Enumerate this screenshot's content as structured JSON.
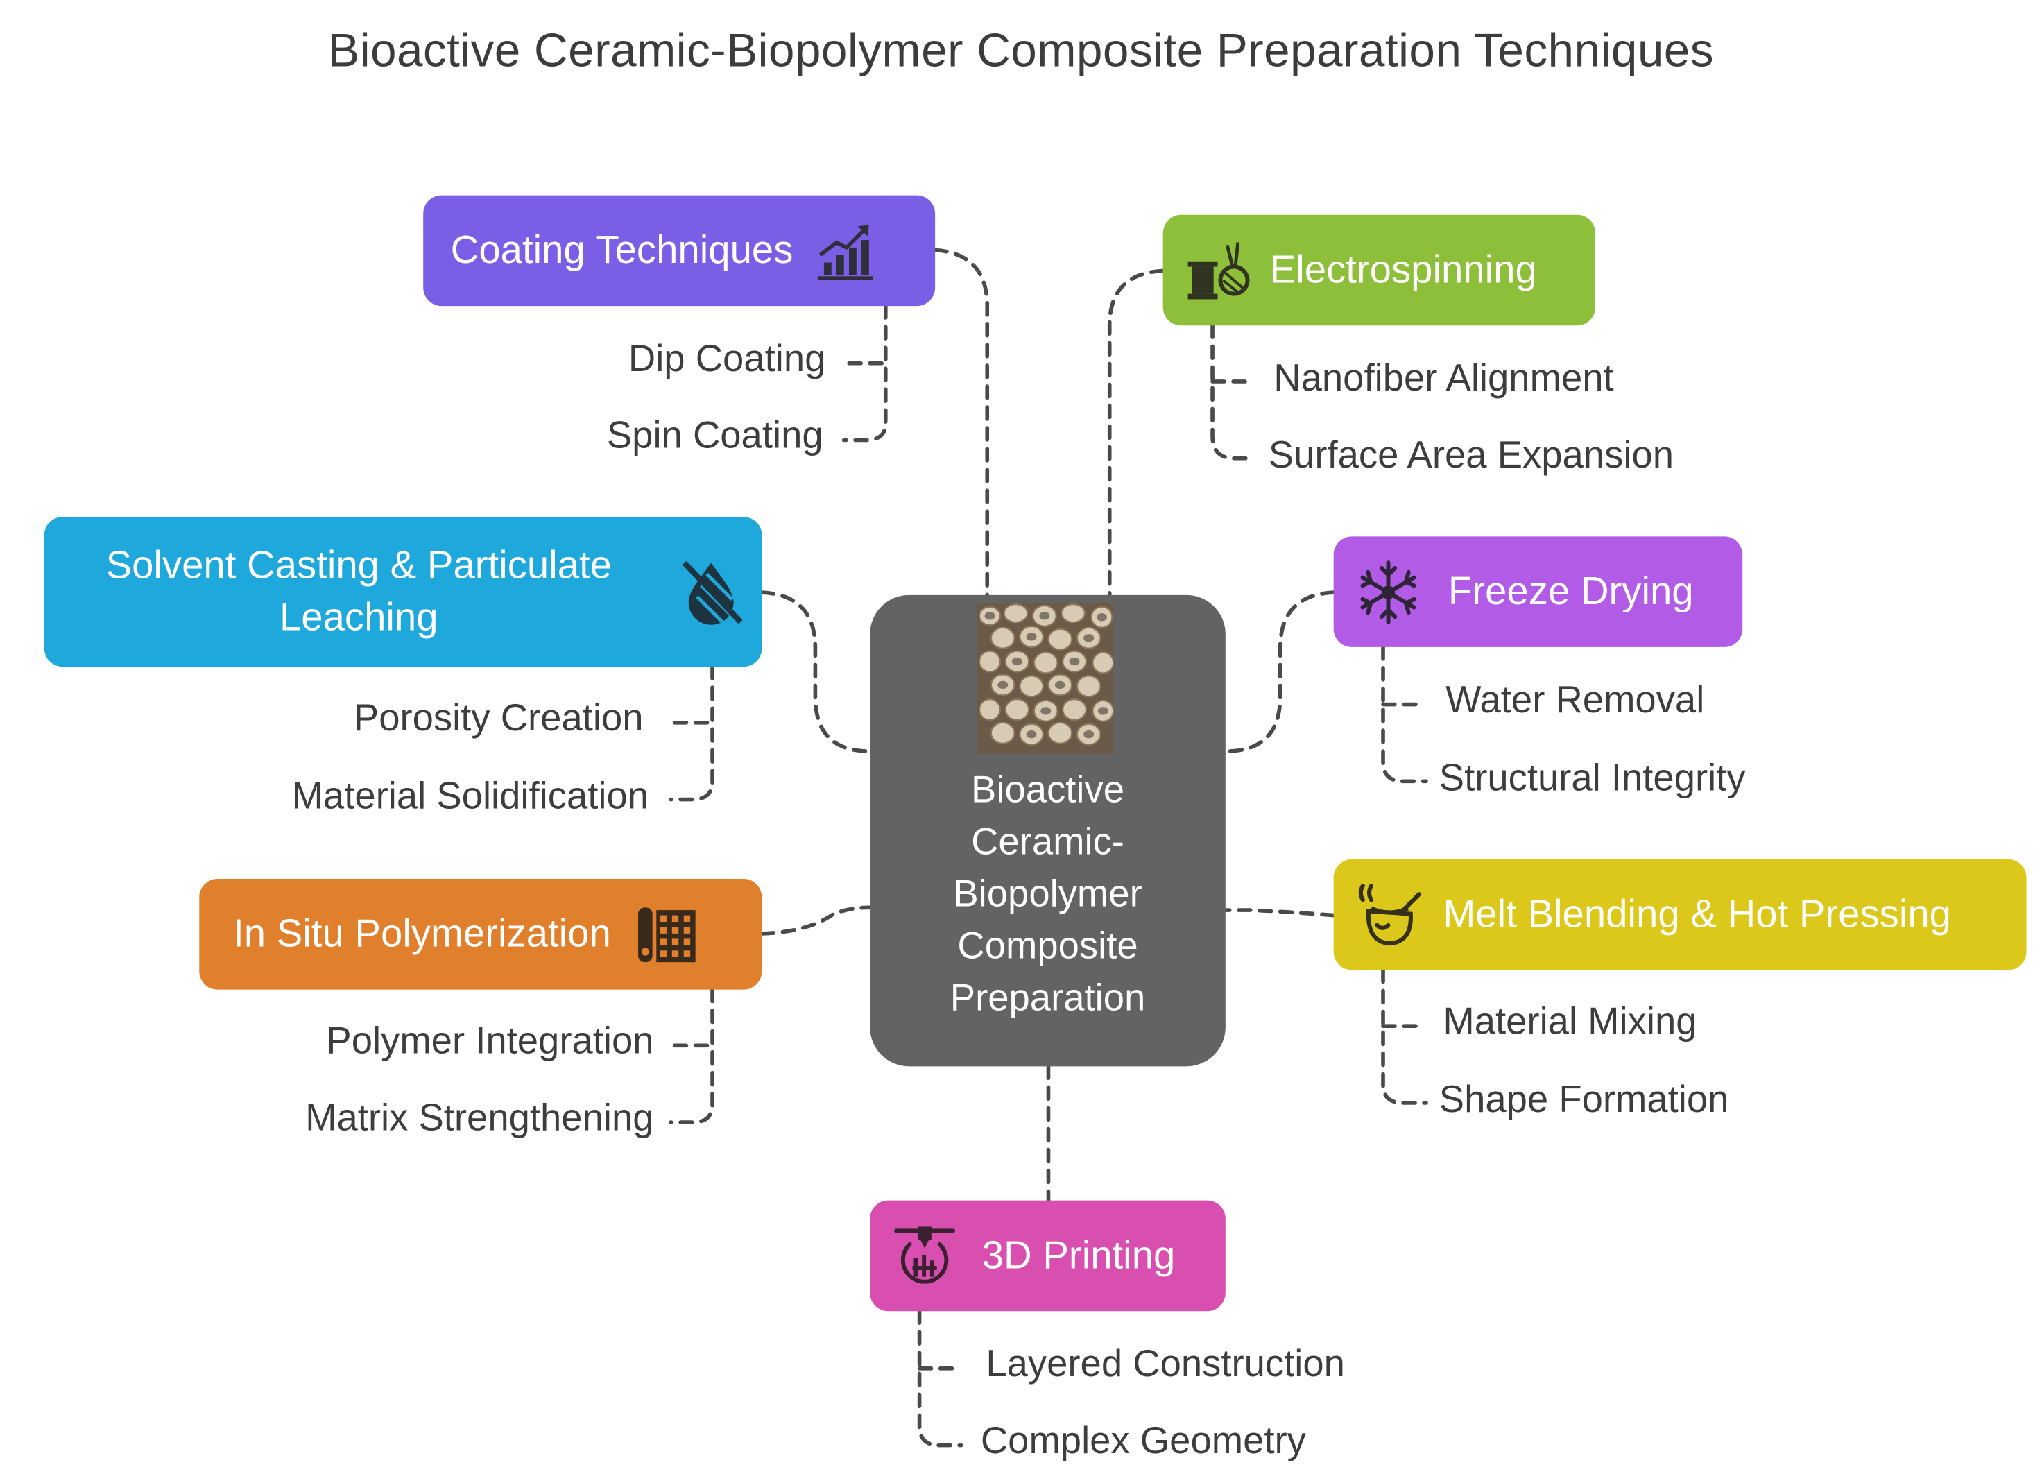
{
  "title": "Bioactive Ceramic-Biopolymer Composite Preparation Techniques",
  "center": {
    "lines": [
      "Bioactive",
      "Ceramic-",
      "Biopolymer",
      "Composite",
      "Preparation"
    ],
    "color": "#636363"
  },
  "nodes": {
    "coating": {
      "label": "Coating Techniques",
      "color": "#7b5ee6",
      "icon": "bar-chart-trend-icon",
      "items": [
        "Dip Coating",
        "Spin Coating"
      ]
    },
    "electrospinning": {
      "label": "Electrospinning",
      "color": "#8dbf3a",
      "icon": "yarn-spool-icon",
      "items": [
        "Nanofiber Alignment",
        "Surface Area Expansion"
      ]
    },
    "solvent": {
      "label_lines": [
        "Solvent Casting & Particulate",
        "Leaching"
      ],
      "color": "#1fa8dc",
      "icon": "no-droplet-icon",
      "items": [
        "Porosity Creation",
        "Material Solidification"
      ]
    },
    "freeze": {
      "label": "Freeze Drying",
      "color": "#b15be6",
      "icon": "snowflake-icon",
      "items": [
        "Water Removal",
        "Structural Integrity"
      ]
    },
    "insitu": {
      "label": "In Situ Polymerization",
      "color": "#e07f2c",
      "icon": "grid-cylinder-icon",
      "items": [
        "Polymer Integration",
        "Matrix Strengthening"
      ]
    },
    "melt": {
      "label": "Melt Blending & Hot Pressing",
      "color": "#dcc81a",
      "icon": "melting-pot-icon",
      "items": [
        "Material Mixing",
        "Shape Formation"
      ]
    },
    "printing": {
      "label": "3D Printing",
      "color": "#d94fb0",
      "icon": "3d-printer-icon",
      "items": [
        "Layered Construction",
        "Complex Geometry"
      ]
    }
  }
}
